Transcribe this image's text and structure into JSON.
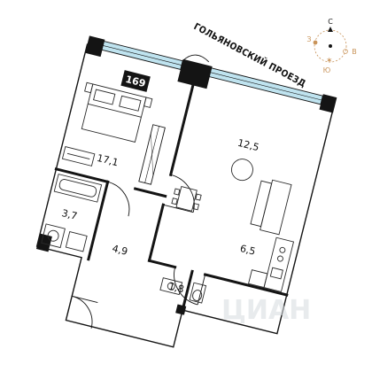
{
  "unit": {
    "number": "169"
  },
  "street": {
    "name": "ГОЛЬЯНОВСКИЙ ПРОЕЗД"
  },
  "compass": {
    "north": "С",
    "west": "З",
    "east": "В",
    "south": "Ю"
  },
  "rooms": {
    "living": "12,5",
    "bedroom": "17,1",
    "bathroom": "3,7",
    "hall": "4,9",
    "kitchen": "6,5",
    "wc": "1,8"
  },
  "watermark": {
    "text": "ЦИАН"
  },
  "colors": {
    "wall": "#141414",
    "glazing": "#bfe3ef",
    "compass_accent": "#c9945a",
    "furniture": "#2a2a2a"
  }
}
